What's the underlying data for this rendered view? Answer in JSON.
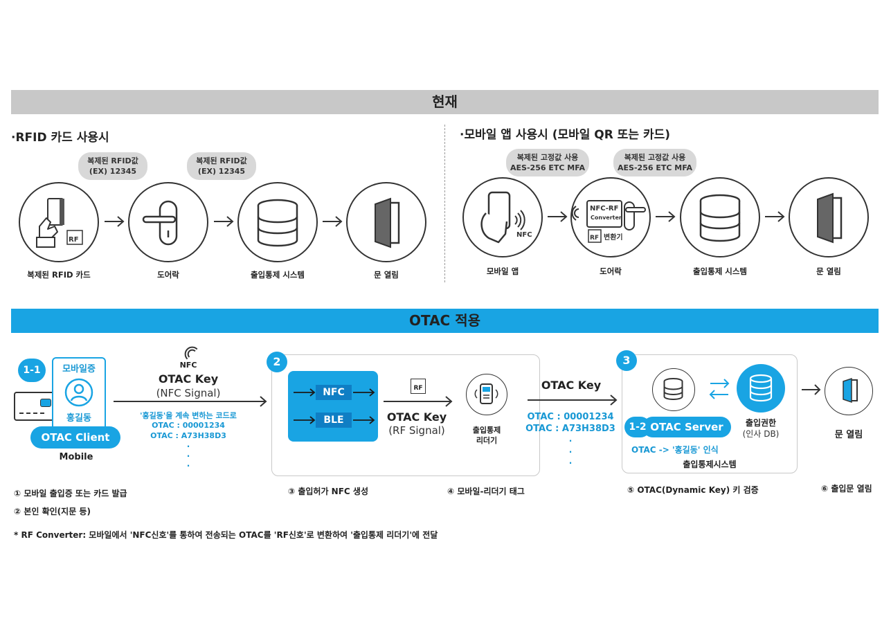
{
  "current_section": {
    "title": "현재",
    "rfid": {
      "title": "·RFID 카드 사용시",
      "pill1": {
        "line1": "복제된 RFID값",
        "line2": "(EX) 12345"
      },
      "pill2": {
        "line1": "복제된 RFID값",
        "line2": "(EX) 12345"
      },
      "rf_tag": "RF",
      "steps": [
        "복제된 RFID 카드",
        "도어락",
        "출입통제 시스템",
        "문 열림"
      ]
    },
    "mobile": {
      "title": "·모바일 앱 사용시 (모바일 QR 또는 카드)",
      "pill1": {
        "line1": "복제된 고정값 사용",
        "line2": "AES-256 ETC MFA"
      },
      "pill2": {
        "line1": "복제된 고정값 사용",
        "line2": "AES-256 ETC MFA"
      },
      "nfc_label": "NFC",
      "converter": {
        "line1": "NFC-RF",
        "line2": "Converter",
        "rf": "RF",
        "label": "변환기"
      },
      "steps": [
        "모바일 앱",
        "도어락",
        "출입통제 시스템",
        "문 열림"
      ]
    }
  },
  "otac_section": {
    "title": "OTAC 적용",
    "mobile": {
      "badge": "1-1",
      "card_title": "모바일증",
      "person_name": "홍길동",
      "client_label": "OTAC Client",
      "device_label": "Mobile"
    },
    "nfc_signal": {
      "nfc_label": "NFC",
      "key_title": "OTAC Key",
      "key_sub": "(NFC Signal)",
      "desc": "'홍길동'을 계속 변하는 코드로",
      "otac1": "OTAC : 00001234",
      "otac2": "OTAC : A73H38D3",
      "dots": "·"
    },
    "box2": {
      "badge": "2",
      "nfc": "NFC",
      "ble": "BLE",
      "rf_tag": "RF",
      "key_title": "OTAC Key",
      "key_sub": "(RF Signal)",
      "reader_line1": "출입통제",
      "reader_line2": "리더기"
    },
    "middle": {
      "key_title": "OTAC Key",
      "otac1": "OTAC : 00001234",
      "otac2": "OTAC : A73H38D3",
      "dots": "·"
    },
    "box3": {
      "badge": "3",
      "badge12": "1-2",
      "server_label": "OTAC Server",
      "auth_line1": "출입권한",
      "auth_line2": "(인사 DB)",
      "recognize": "OTAC -> '홍길동' 인식",
      "system_label": "출입통제시스템"
    },
    "door_label": "문 열림",
    "steps": {
      "s1": "① 모바일 출입증 또는 카드 발급",
      "s2": "② 본인 확인(지문 등)",
      "s3": "③ 출입허가 NFC 생성",
      "s4": "④ 모바일-리더기 태그",
      "s5": "⑤ OTAC(Dynamic Key) 키 검증",
      "s6": "⑥ 출입문 열림"
    },
    "footnote": "* RF Converter: 모바일에서 'NFC신호'를 통하여 전송되는 OTAC를 'RF신호'로 변환하여 '출입통제 리더기'에 전달"
  },
  "colors": {
    "accent": "#19a4e3",
    "accent_dark": "#0f7ec4",
    "gray_bar": "#c8c8c8",
    "pill": "#d8d8d8"
  },
  "icons": [
    "hand-card-icon",
    "door-lock-icon",
    "database-icon",
    "door-icon",
    "phone-hand-icon",
    "converter-icon",
    "nfc-icon",
    "reader-icon",
    "person-icon",
    "arrow-icon"
  ]
}
